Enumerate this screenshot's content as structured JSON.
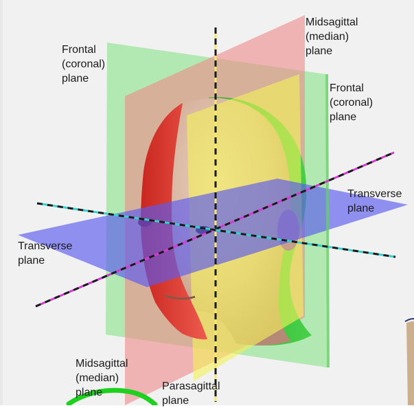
{
  "labels": {
    "frontal_left": "Frontal\n(coronal)\nplane",
    "midsagittal_top": "Midsagittal\n(median)\nplane",
    "frontal_right": "Frontal\n(coronal)\nplane",
    "transverse_right": "Transverse\nplane",
    "transverse_left": "Transverse\nplane",
    "midsagittal_bottom": "Midsagittal\n(median)\nplane",
    "parasagittal": "Parasagittal\nplane"
  },
  "colors": {
    "frontal_plane": "#7ee07e",
    "midsagittal_plane": "#f08a8a",
    "parasagittal_plane": "#f2f05a",
    "transverse_plane": "#5a5af0",
    "skin": "#d9b8a4",
    "face_red": "#e23b36",
    "back_green": "#38c538",
    "axis_magenta": "#d23cd2",
    "axis_cyan": "#36d0d0",
    "annotation_green": "#1fd11f"
  }
}
